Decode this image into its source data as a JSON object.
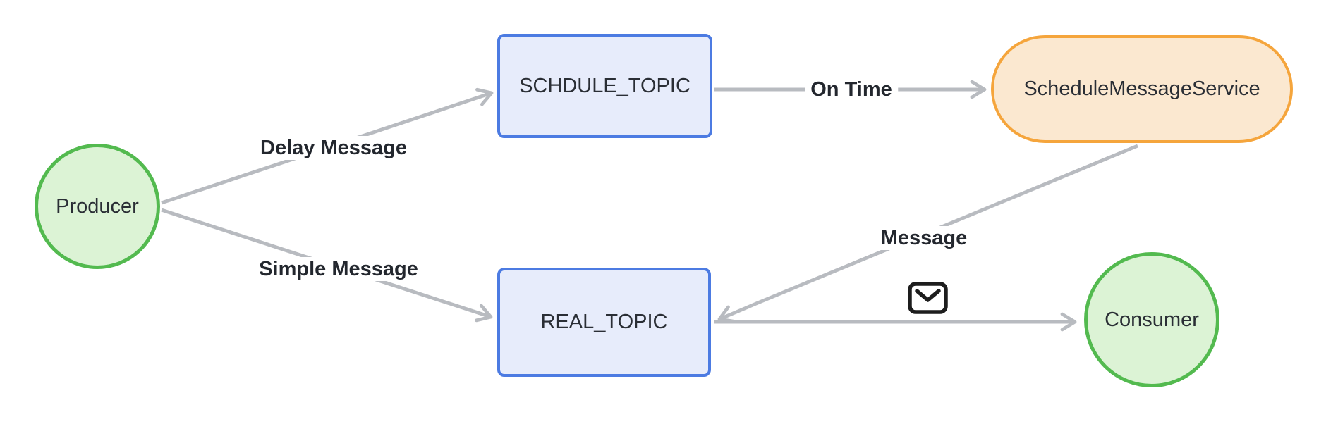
{
  "diagram": {
    "type": "flowchart",
    "background": "#ffffff",
    "nodes": [
      {
        "id": "producer",
        "label": "Producer",
        "shape": "circle",
        "fill": "#dcf3d5",
        "border": "#53ba4f"
      },
      {
        "id": "schedule_topic",
        "label": "SCHDULE_TOPIC",
        "shape": "rounded-rect",
        "fill": "#e7ecfb",
        "border": "#4c7be2"
      },
      {
        "id": "schedule_message_service",
        "label": "ScheduleMessageService",
        "shape": "stadium",
        "fill": "#fbe8d0",
        "border": "#f5a53c"
      },
      {
        "id": "real_topic",
        "label": "REAL_TOPIC",
        "shape": "rounded-rect",
        "fill": "#e7ecfb",
        "border": "#4c7be2"
      },
      {
        "id": "consumer",
        "label": "Consumer",
        "shape": "circle",
        "fill": "#dcf3d5",
        "border": "#53ba4f"
      }
    ],
    "edges": [
      {
        "from": "producer",
        "to": "schedule_topic",
        "label": "Delay Message"
      },
      {
        "from": "producer",
        "to": "real_topic",
        "label": "Simple Message"
      },
      {
        "from": "schedule_topic",
        "to": "schedule_message_service",
        "label": "On Time"
      },
      {
        "from": "schedule_message_service",
        "to": "real_topic",
        "label": "Message"
      },
      {
        "from": "real_topic",
        "to": "consumer",
        "label": "",
        "icon": "envelope-icon"
      }
    ],
    "colors": {
      "edge_line": "#b8bbc0",
      "node_text": "#2a2e35",
      "edge_label_text": "#23272e",
      "envelope_icon": "#1d1d1d"
    }
  }
}
